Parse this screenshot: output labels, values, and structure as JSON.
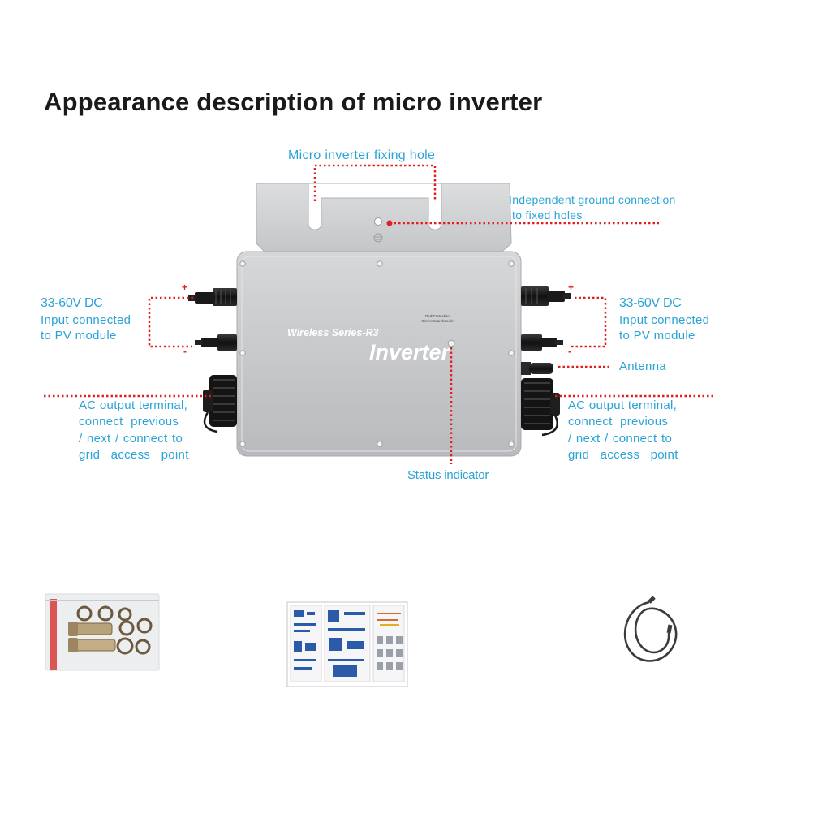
{
  "title": "Appearance description of micro inverter",
  "labels": {
    "fixing_hole": "Micro inverter fixing hole",
    "ground": [
      "Independent ground connection",
      "to fixed holes"
    ],
    "dc_left": [
      "33-60V DC",
      "Input connected",
      "to PV module"
    ],
    "dc_right": [
      "33-60V DC",
      "Input connected",
      "to PV module"
    ],
    "antenna": "Antenna",
    "ac_left": [
      "AC output terminal,",
      "connect previous",
      "/ next / connect to",
      "grid access point"
    ],
    "ac_right": [
      "AC output terminal,",
      "connect previous",
      "/ next / connect to",
      "grid access point"
    ],
    "status": "Status indicator"
  },
  "signs": {
    "plus": "+",
    "minus": "-"
  },
  "device": {
    "series": "Wireless Series-R3",
    "brand": "Inverter",
    "indicator_text": [
      "Red:Protection",
      "Green:Search&Link"
    ]
  },
  "colors": {
    "label": "#2aa3d6",
    "leader": "#e02020",
    "body": "#c9cacc",
    "title": "#1a1a1a"
  },
  "accessories": [
    "screw-kit-bag",
    "manual-sheet",
    "antenna-cable"
  ]
}
